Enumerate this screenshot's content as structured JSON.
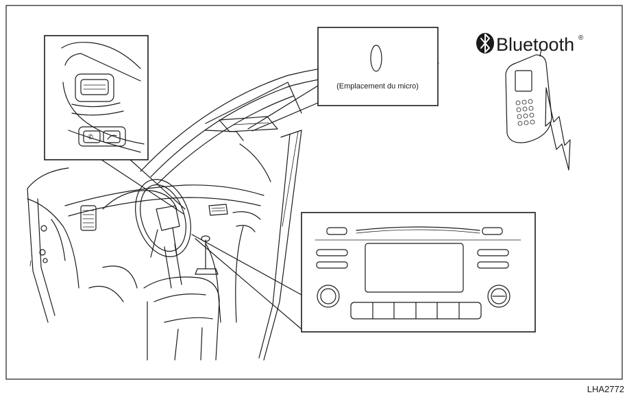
{
  "mic_callout": {
    "label": "(Emplacement du micro)"
  },
  "bluetooth": {
    "brand": "Bluetooth",
    "registered_mark": "®",
    "logo_icon": "bluetooth-rune-icon"
  },
  "figure": {
    "reference_code": "LHA2772"
  },
  "icons": {
    "steering_talk_button": "voice-talk-icon",
    "steering_phone_button": "phone-handset-icon",
    "cellphone": "cellphone-icon",
    "signal": "wireless-signal-icon"
  }
}
